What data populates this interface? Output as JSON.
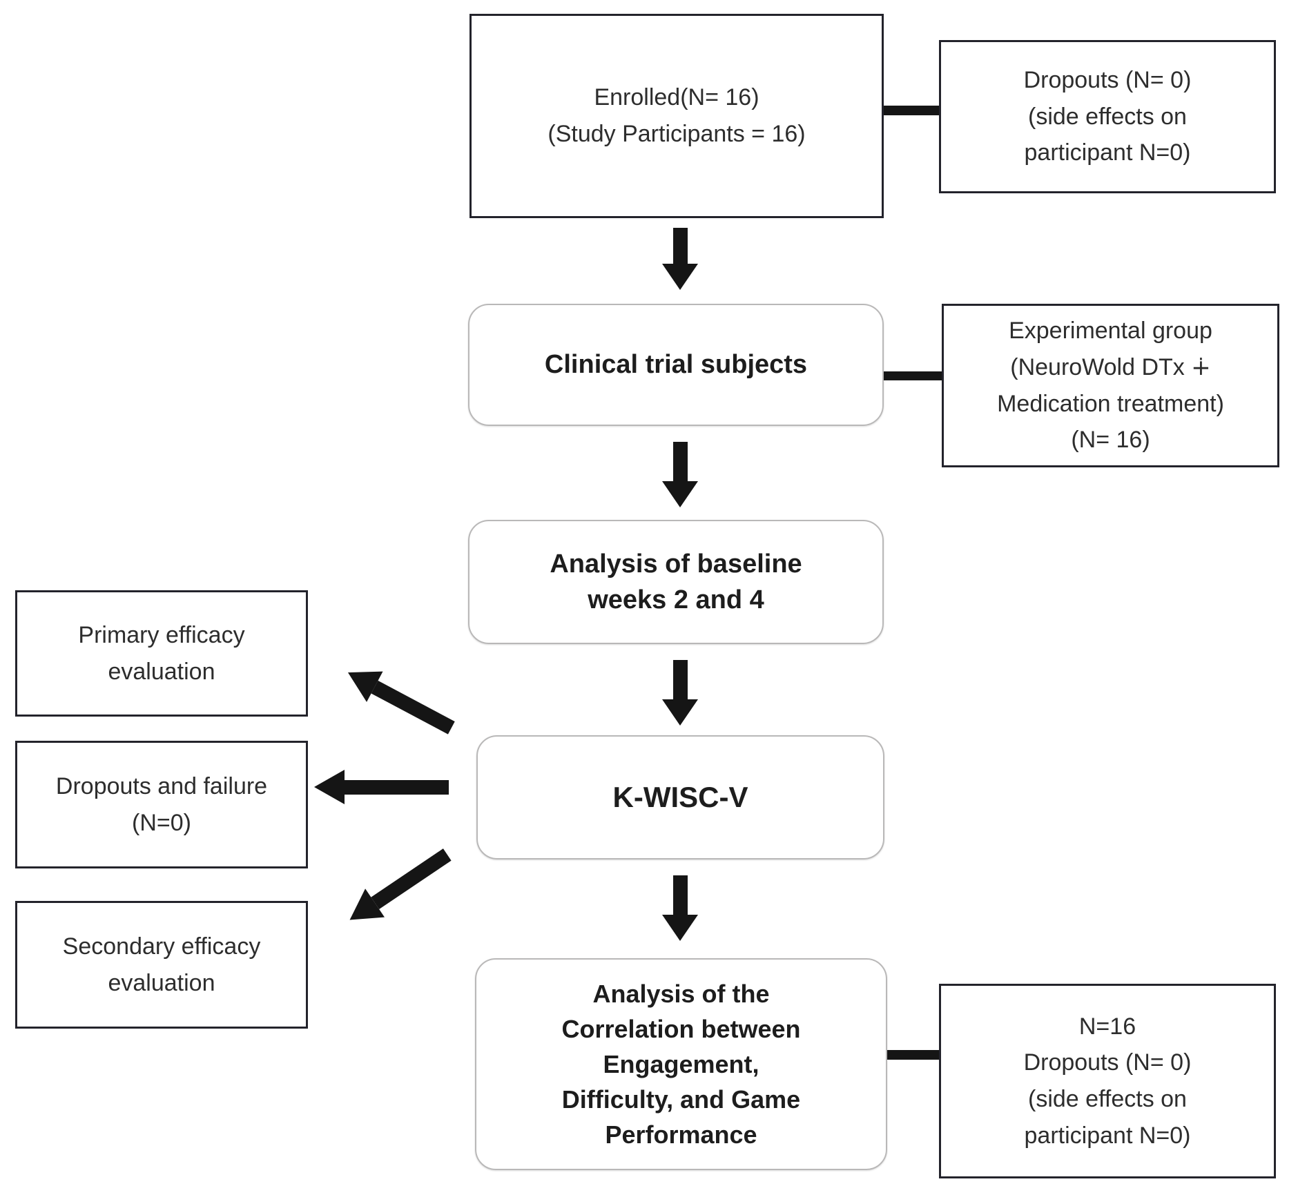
{
  "colors": {
    "background": "#ffffff",
    "arrow_black": "#151515",
    "white_box_border": "#23232b",
    "gray_box_fill_top": "#e6e5e5",
    "gray_box_fill_bottom": "#cccbcb",
    "gray_box_border": "#b9b8b8",
    "text": "#2d2d2d"
  },
  "main_flow": {
    "enrolled": {
      "lines": [
        "Enrolled(N= 16)",
        "(Study Participants = 16)"
      ]
    },
    "clinical": {
      "label": "Clinical trial subjects"
    },
    "baseline": {
      "lines": [
        "Analysis of baseline",
        "weeks 2 and 4"
      ]
    },
    "kwisc": {
      "label": "K-WISC-V"
    },
    "correlation": {
      "lines": [
        "Analysis of the",
        "Correlation between",
        "Engagement,",
        "Difficulty, and Game",
        "Performance"
      ]
    }
  },
  "right_column": {
    "dropouts_top": {
      "lines": [
        "Dropouts (N= 0)",
        "(side effects on",
        "participant N=0)"
      ]
    },
    "experimental": {
      "lines": [
        "Experimental group",
        "(NeuroWold DTx ∔",
        "Medication treatment)",
        "(N= 16)"
      ]
    },
    "dropouts_bottom": {
      "lines": [
        "N=16",
        "Dropouts (N= 0)",
        "(side effects on",
        "participant N=0)"
      ]
    }
  },
  "left_column": {
    "primary": {
      "lines": [
        "Primary efficacy",
        "evaluation"
      ]
    },
    "dropouts_failure": {
      "lines": [
        "Dropouts and failure",
        "(N=0)"
      ]
    },
    "secondary": {
      "lines": [
        "Secondary efficacy",
        "evaluation"
      ]
    }
  },
  "connectors": [
    "enrolled-to-dropouts-top",
    "clinical-to-experimental",
    "correlation-to-dropouts-bottom"
  ],
  "arrows": [
    "enrolled-to-clinical-down",
    "clinical-to-baseline-down",
    "baseline-to-kwisc-down",
    "kwisc-to-correlation-down",
    "kwisc-to-primary-upleft",
    "kwisc-to-dropouts-failure-left",
    "kwisc-to-secondary-downleft"
  ]
}
